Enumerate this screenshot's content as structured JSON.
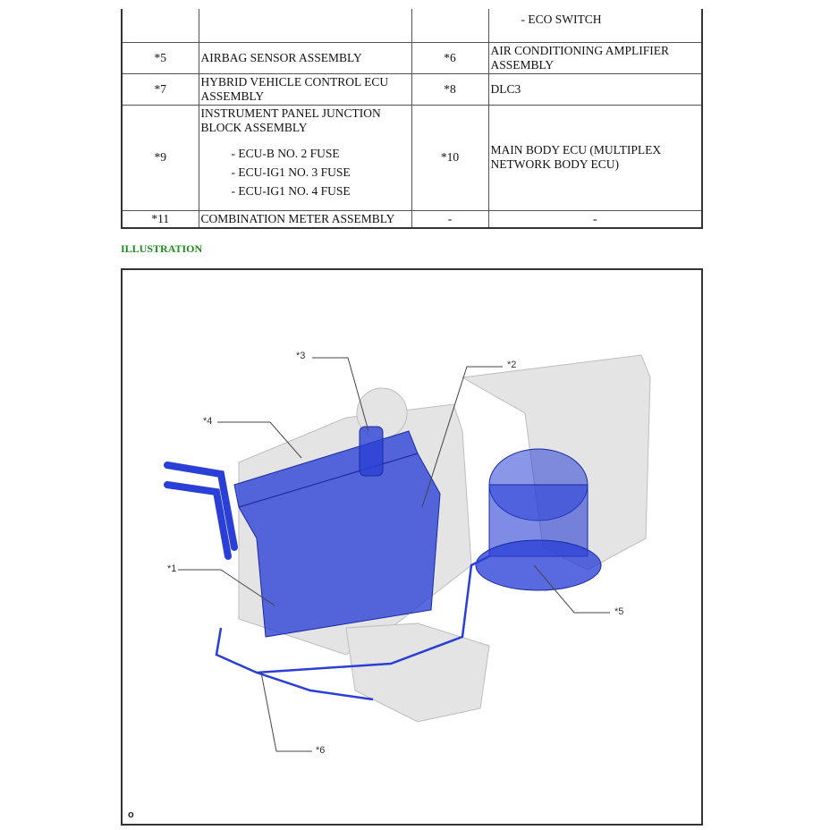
{
  "table": {
    "rows": [
      {
        "c1": "",
        "c2": "",
        "c3": "",
        "c4_sub": "- ECO SWITCH"
      },
      {
        "c1": "*5",
        "c2": "AIRBAG SENSOR ASSEMBLY",
        "c3": "*6",
        "c4": "AIR CONDITIONING AMPLIFIER ASSEMBLY"
      },
      {
        "c1": "*7",
        "c2": "HYBRID VEHICLE CONTROL ECU ASSEMBLY",
        "c3": "*8",
        "c4": "DLC3"
      },
      {
        "c1": "*9",
        "c2": "INSTRUMENT PANEL JUNCTION BLOCK ASSEMBLY",
        "c2_sub": [
          "- ECU-B NO. 2 FUSE",
          "- ECU-IG1 NO. 3 FUSE",
          "- ECU-IG1 NO. 4 FUSE"
        ],
        "c3": "*10",
        "c4": "MAIN BODY ECU (MULTIPLEX NETWORK BODY ECU)"
      },
      {
        "c1": "*11",
        "c2": "COMBINATION METER ASSEMBLY",
        "c3": "-",
        "c4": "-"
      }
    ]
  },
  "section_title": "ILLUSTRATION",
  "illustration": {
    "callouts": {
      "c1": "*1",
      "c2": "*2",
      "c3": "*3",
      "c4": "*4",
      "c5": "*5",
      "c6": "*6"
    },
    "corner_mark": "o",
    "colors": {
      "highlight": "#2a3fd6",
      "housing": "#e2e2e2",
      "leader": "#444444"
    }
  }
}
